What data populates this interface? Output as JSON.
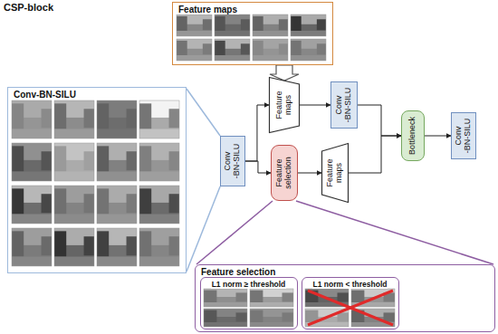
{
  "diagram": {
    "title": "CSP-block",
    "nodes": [
      {
        "text": [
          "Feature maps"
        ]
      },
      {
        "text": [
          "Conv-BN-SILU"
        ]
      },
      {
        "text": [
          "Conv -BN-SILU"
        ]
      },
      {
        "text": [
          "Feature maps"
        ]
      },
      {
        "text": [
          "Feature selection"
        ]
      },
      {
        "text": [
          "Conv -BN-SILU"
        ]
      },
      {
        "text": [
          "Feature maps"
        ]
      },
      {
        "text": [
          "Bottleneck"
        ]
      },
      {
        "text": [
          "Conv -BN-SILU"
        ]
      },
      {
        "text": [
          "Feature selection"
        ]
      },
      {
        "text": [
          "L1 norm ≥ threshold"
        ],
        "in": 9
      },
      {
        "text": [
          "L1 norm < threshold"
        ],
        "in": 9
      }
    ],
    "edges": [
      {
        "from": 0,
        "to": 3,
        "arrow": "to"
      },
      {
        "from": 1,
        "to": 2,
        "arrow": "none"
      },
      {
        "from": 2,
        "to": 3,
        "arrow": "to"
      },
      {
        "from": 2,
        "to": 4,
        "arrow": "to"
      },
      {
        "from": 3,
        "to": 5,
        "arrow": "to"
      },
      {
        "from": 4,
        "to": 6,
        "arrow": "to"
      },
      {
        "from": 5,
        "to": 7,
        "arrow": "to"
      },
      {
        "from": 6,
        "to": 7,
        "arrow": "to"
      },
      {
        "from": 7,
        "to": 8,
        "arrow": "to"
      },
      {
        "from": 9,
        "to": 4,
        "arrow": "none"
      }
    ]
  }
}
